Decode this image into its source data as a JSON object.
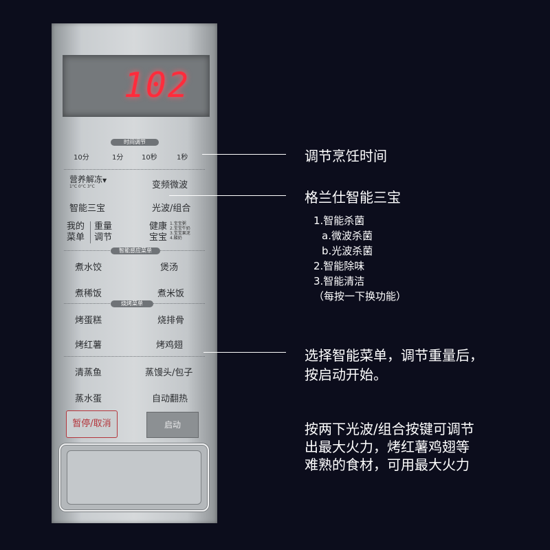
{
  "display": {
    "digits": "102"
  },
  "time_section": {
    "title": "时间调节",
    "buttons": [
      "10分",
      "1分",
      "10秒",
      "1秒"
    ]
  },
  "rows": {
    "nutrition_defrost": "营养解冻",
    "defrost_temps": "1°C 0°C 3°C",
    "inverter_microwave": "变频微波",
    "smart_three": "智能三宝",
    "light_combo": "光波/组合",
    "my_menu_line1": "我的",
    "my_menu_line2": "菜单",
    "weight_line1": "重量",
    "weight_line2": "调节",
    "health_line1": "健康",
    "health_line2": "宝宝",
    "health_sub": [
      "1.宝宝粥",
      "2.宝宝牛奶",
      "3.宝宝果泥",
      "4.酸奶"
    ]
  },
  "sensor_section": {
    "title": "智能感应菜单",
    "items": [
      "煮水饺",
      "煲汤",
      "煮稀饭",
      "煮米饭"
    ]
  },
  "bake_section": {
    "title": "烧烤菜单",
    "items": [
      "烤蛋糕",
      "烧排骨",
      "烤红薯",
      "烤鸡翅"
    ]
  },
  "steam_items": [
    "清蒸鱼",
    "蒸馒头/包子",
    "蒸水蛋",
    "自动翻热"
  ],
  "pause_cancel": "暂停/取消",
  "start": "启动",
  "annotations": {
    "adjust_time": "调节烹饪时间",
    "smart_three_title": "格兰仕智能三宝",
    "smart_three_list": [
      "1.智能杀菌",
      "a.微波杀菌",
      "b.光波杀菌",
      "2.智能除味",
      "3.智能清洁",
      "（每按一下换功能）"
    ],
    "menu_line1": "选择智能菜单，调节重量后，",
    "menu_line2": "按启动开始。",
    "combo_line1": "按两下光波/组合按键可调节",
    "combo_line2": "出最大火力，烤红薯鸡翅等",
    "combo_line3": "难熟的食材，可用最大火力"
  },
  "colors": {
    "background": "#0c0d1c",
    "led": "#ff2c3c",
    "pause_accent": "#b3343a",
    "annotation_text": "#ffffff"
  }
}
